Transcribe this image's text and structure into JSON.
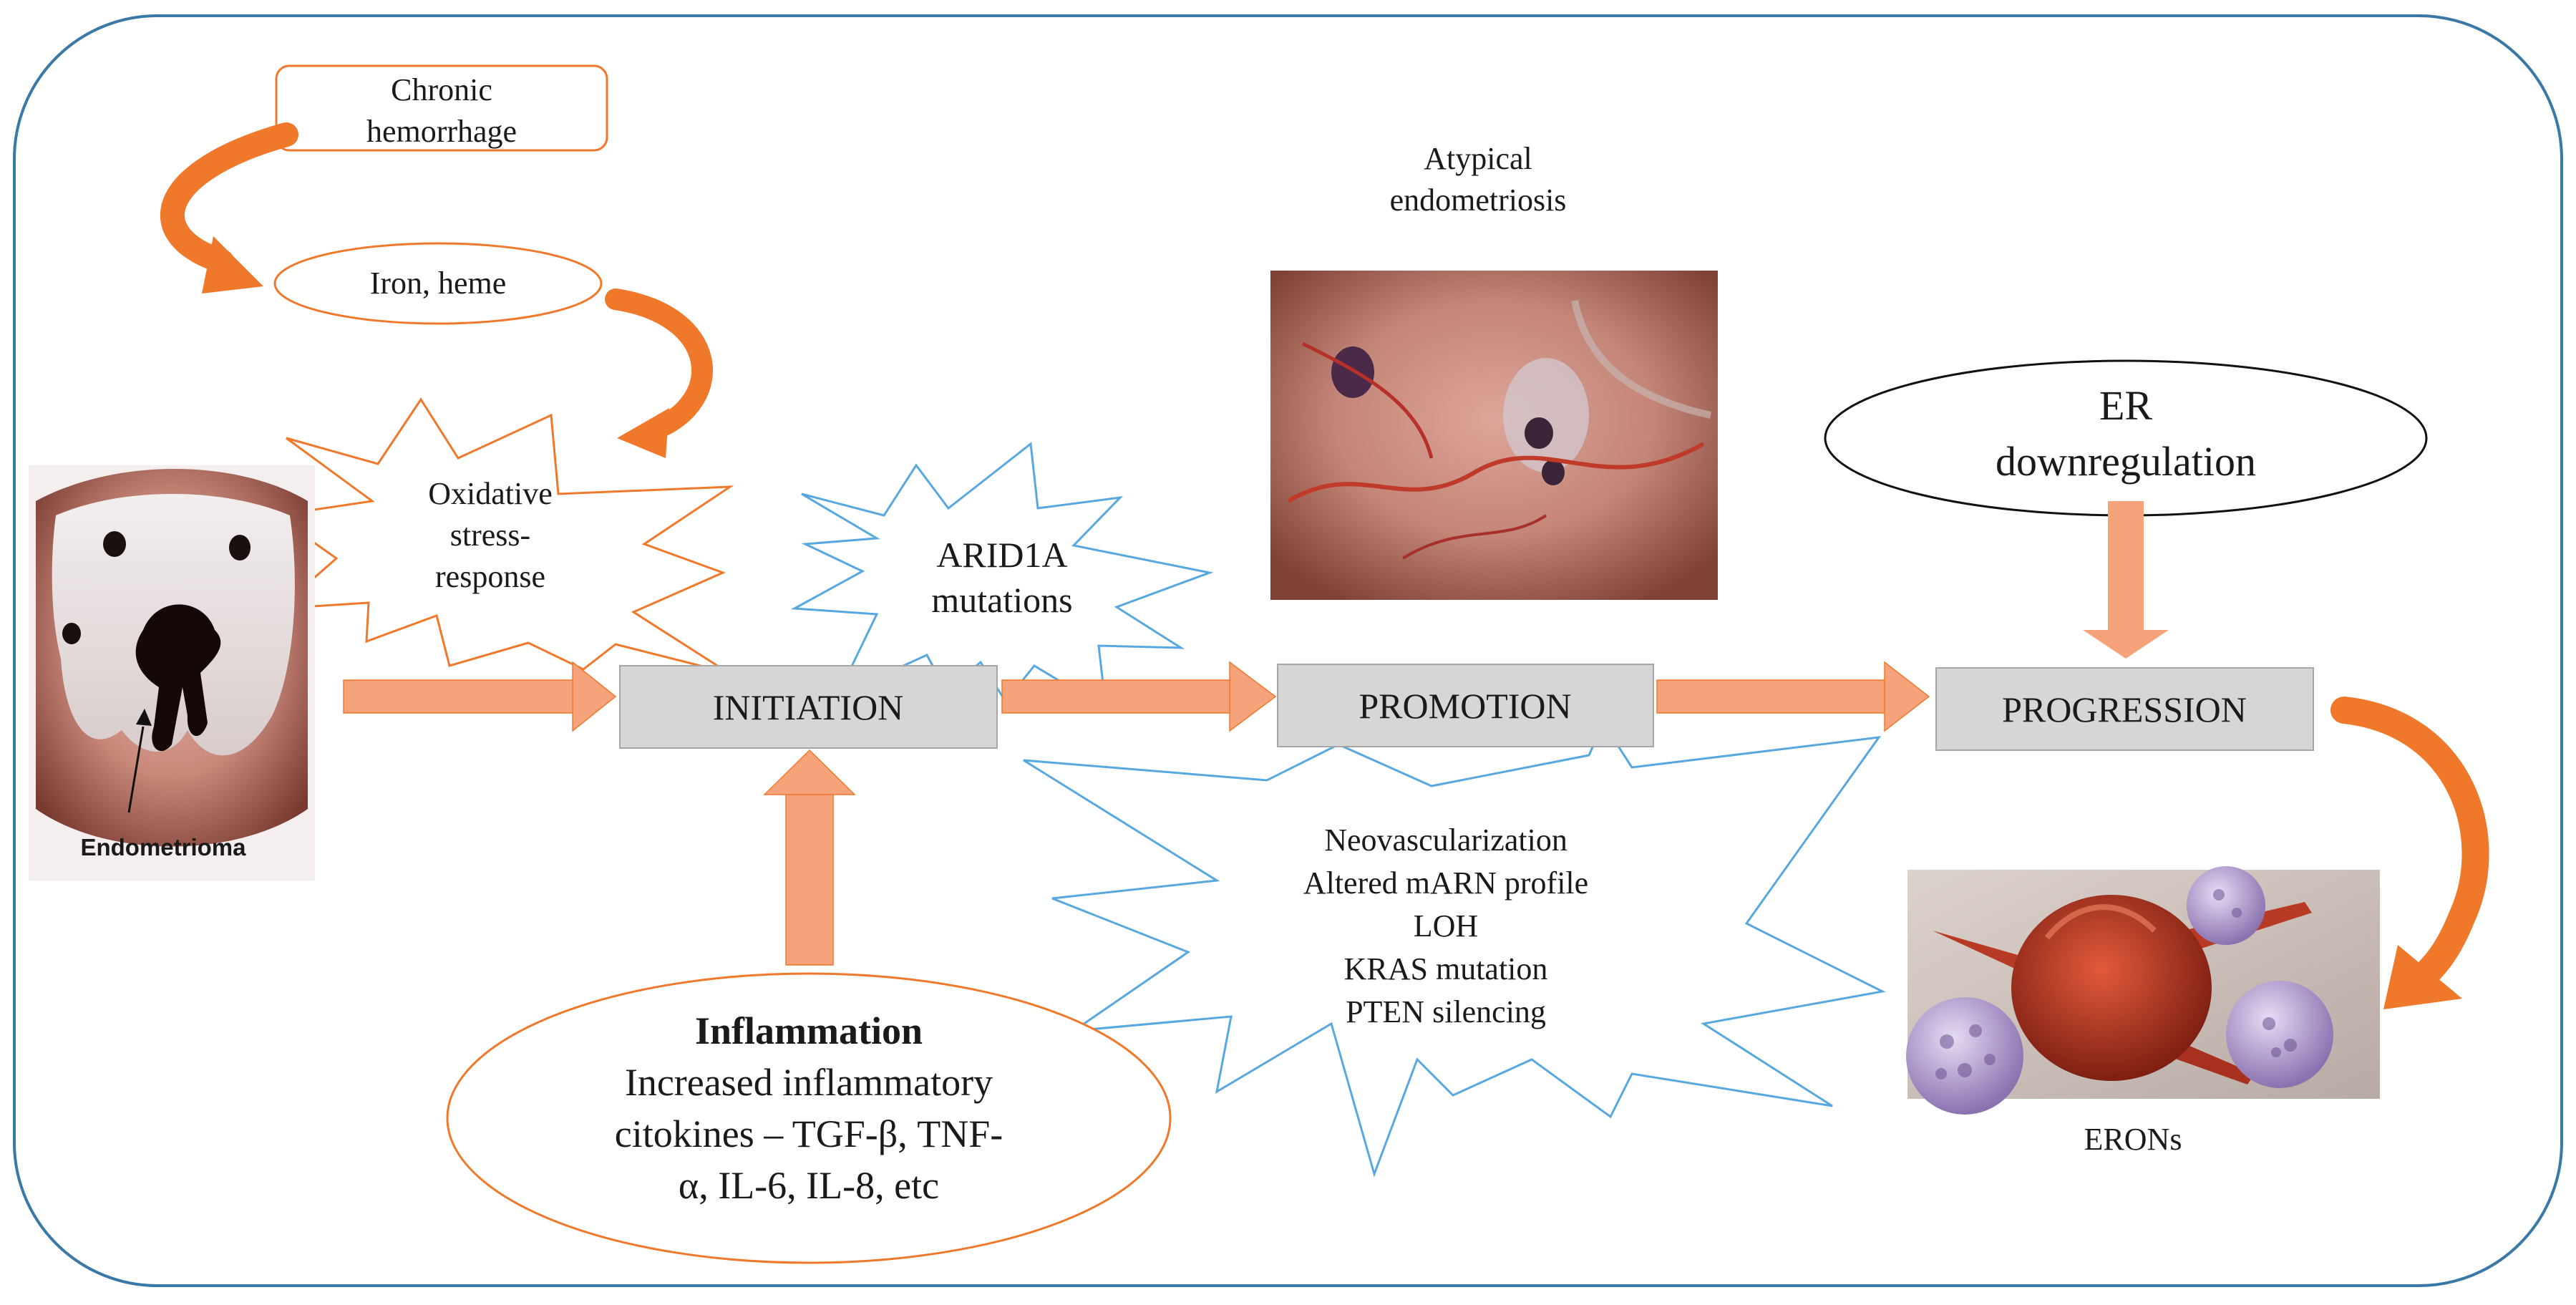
{
  "texts": {
    "chronic_hemorrhage_1": "Chronic",
    "chronic_hemorrhage_2": "hemorrhage",
    "iron_heme": "Iron, heme",
    "oxidative_1": "Oxidative",
    "oxidative_2": "stress-",
    "oxidative_3": "response",
    "arid1a_1": "ARID1A",
    "arid1a_2": "mutations",
    "atypical_1": "Atypical",
    "atypical_2": "endometriosis",
    "er_1": "ER",
    "er_2": "downregulation",
    "initiation": "INITIATION",
    "promotion": "PROMOTION",
    "progression": "PROGRESSION",
    "endometrioma": "Endometrioma",
    "promotion_factors": [
      "Neovascularization",
      "Altered mARN profile",
      "LOH",
      "KRAS mutation",
      "PTEN silencing"
    ],
    "inflammation_title": "Inflammation",
    "inflammation_lines": [
      "Increased inflammatory",
      "citokines – TGF-β, TNF-",
      "α, IL-6, IL-8, etc"
    ],
    "erons": "ERONs"
  },
  "colors": {
    "frame_border": "#3a78a8",
    "orange": "#f0782a",
    "salmon": "#f6a37c",
    "burst_blue": "#58a8e0",
    "stage_fill": "#d6d6d6",
    "stage_border": "#a6a6a6",
    "icon_tissue": "#d89080",
    "icon_cells": "#a890c8",
    "icon_tumor": "#b83a24"
  },
  "icons": {
    "endometrioma": "endometrioma-illustration",
    "atypical": "atypical-endometriosis-photo",
    "erons": "erons-tumor-cells-illustration"
  }
}
